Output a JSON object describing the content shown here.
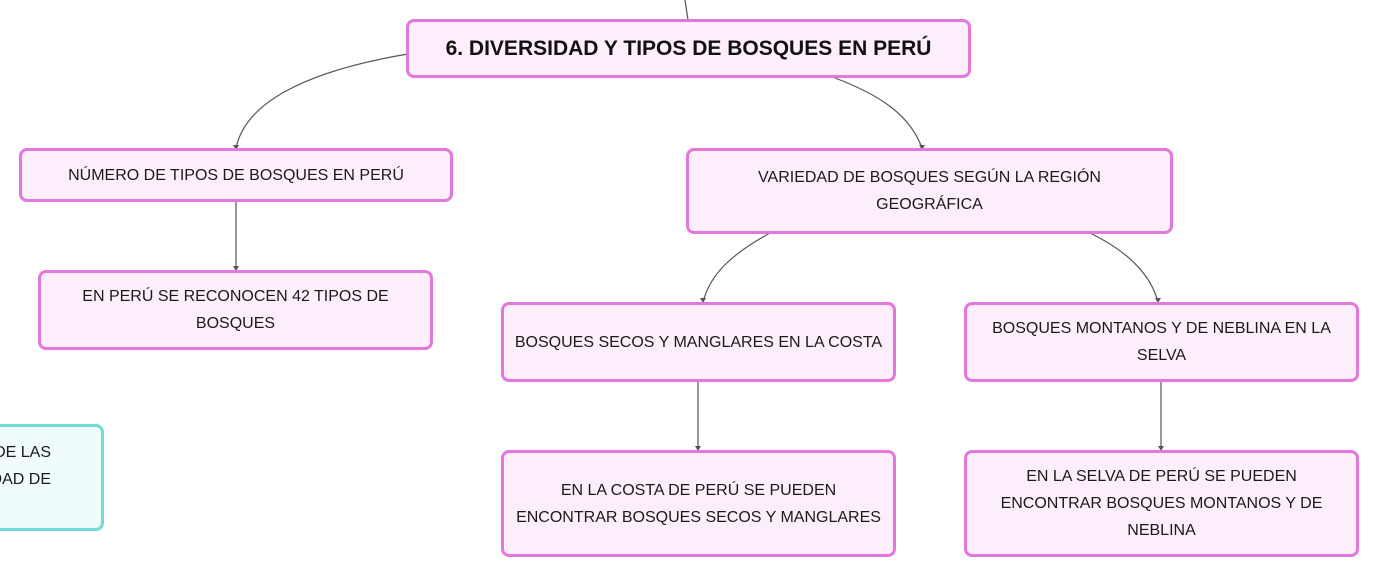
{
  "colors": {
    "node_border": "#e377dd",
    "node_fill": "#fdeefb",
    "teal_border": "#6fdcd6",
    "teal_fill": "#f0fcfc",
    "connector": "#555555"
  },
  "diagram": {
    "root": {
      "text": "6. DIVERSIDAD Y TIPOS DE BOSQUES EN PERÚ"
    },
    "left_branch": {
      "title": "NÚMERO DE TIPOS DE BOSQUES EN PERÚ",
      "child": "EN PERÚ SE RECONOCEN 42 TIPOS DE BOSQUES"
    },
    "right_branch": {
      "title": "VARIEDAD DE BOSQUES SEGÚN LA REGIÓN GEOGRÁFICA",
      "coast": {
        "title": "BOSQUES SECOS Y MANGLARES EN LA COSTA",
        "child": "EN LA COSTA DE PERÚ SE PUEDEN ENCONTRAR BOSQUES SECOS Y MANGLARES"
      },
      "jungle": {
        "title": "BOSQUES MONTANOS Y DE NEBLINA EN LA SELVA",
        "child": "EN LA SELVA DE PERÚ SE PUEDEN ENCONTRAR BOSQUES MONTANOS Y DE NEBLINA"
      }
    },
    "partial_node": {
      "line1": "A DE LAS",
      "line2": "DAD DE"
    }
  }
}
